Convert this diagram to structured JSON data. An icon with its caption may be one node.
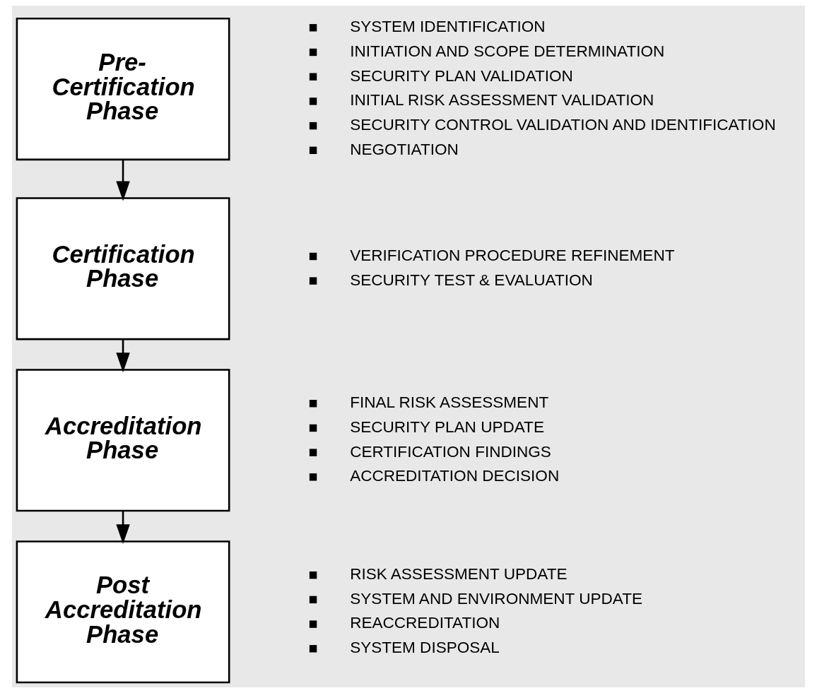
{
  "diagram": {
    "nodes": [
      {
        "text": [
          "Pre-Certification Phase"
        ],
        "beside": [
          "SYSTEM IDENTIFICATION",
          "INITIATION AND SCOPE DETERMINATION",
          "SECURITY PLAN VALIDATION",
          "INITIAL RISK ASSESSMENT VALIDATION",
          "SECURITY CONTROL VALIDATION AND IDENTIFICATION",
          "NEGOTIATION"
        ]
      },
      {
        "text": [
          "Certification Phase"
        ],
        "beside": [
          "VERIFICATION PROCEDURE REFINEMENT",
          "SECURITY TEST & EVALUATION"
        ]
      },
      {
        "text": [
          "Accreditation Phase"
        ],
        "beside": [
          "FINAL RISK ASSESSMENT",
          "SECURITY PLAN UPDATE",
          "CERTIFICATION FINDINGS",
          "ACCREDITATION DECISION"
        ]
      },
      {
        "text": [
          "Post Accreditation Phase"
        ],
        "beside": [
          "RISK ASSESSMENT UPDATE",
          "SYSTEM AND ENVIRONMENT UPDATE",
          "REACCREDITATION",
          "SYSTEM DISPOSAL"
        ]
      }
    ],
    "edges": [
      {
        "from": 0,
        "to": 1,
        "arrow": "to"
      },
      {
        "from": 1,
        "to": 2,
        "arrow": "to"
      },
      {
        "from": 2,
        "to": 3,
        "arrow": "to"
      }
    ]
  }
}
